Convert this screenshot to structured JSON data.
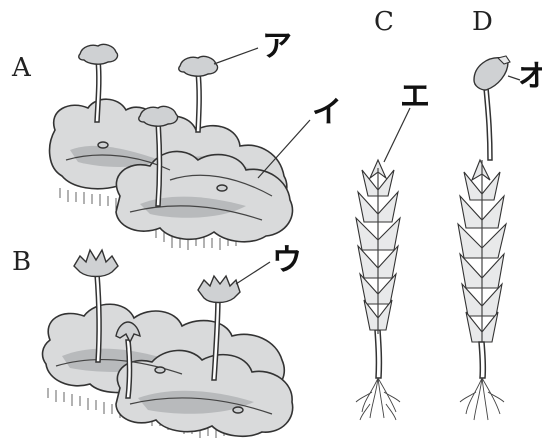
{
  "panels": {
    "a": "A",
    "b": "B",
    "c": "C",
    "d": "D"
  },
  "callouts": {
    "a_kana": "ア",
    "i_kana": "イ",
    "u_kana": "ウ",
    "e_kana": "エ",
    "o_kana": "オ"
  }
}
